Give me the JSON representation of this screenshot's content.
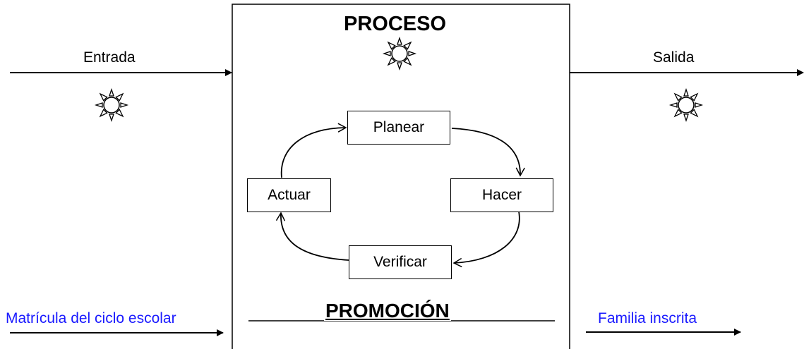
{
  "input": {
    "label": "Entrada",
    "note": "Matrícula del ciclo escolar"
  },
  "process": {
    "title": "PROCESO",
    "cycle": {
      "plan": "Planear",
      "do": "Hacer",
      "check": "Verificar",
      "act": "Actuar"
    },
    "footer": "PROMOCIÓN"
  },
  "output": {
    "label": "Salida",
    "note": "Familia inscrita"
  },
  "icons": {
    "marker": "sun-icon"
  },
  "colors": {
    "note_text": "#1a1aff",
    "line": "#000000"
  }
}
